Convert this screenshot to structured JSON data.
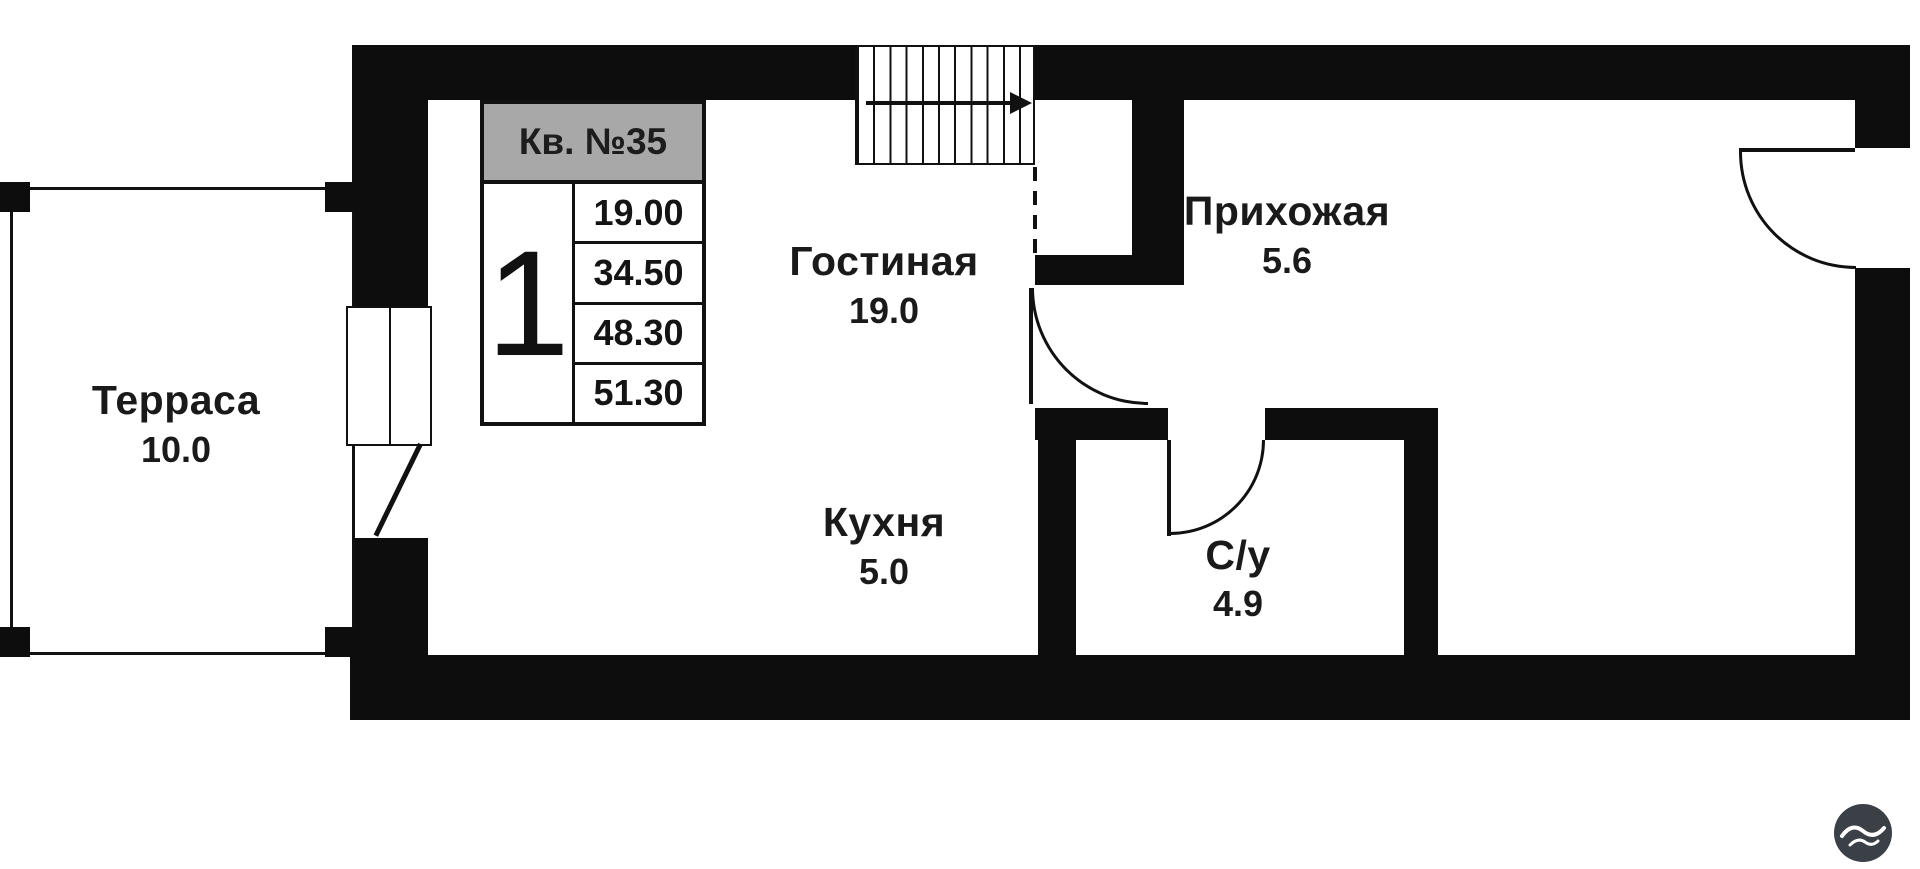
{
  "plan": {
    "table": {
      "header": "Кв. №35",
      "floors": "1",
      "rows": [
        "19.00",
        "34.50",
        "48.30",
        "51.30"
      ]
    },
    "rooms": [
      {
        "name": "Терраса",
        "area": "10.0"
      },
      {
        "name": "Гостиная",
        "area": "19.0"
      },
      {
        "name": "Кухня",
        "area": "5.0"
      },
      {
        "name": "Прихожая",
        "area": "5.6"
      },
      {
        "name": "С/у",
        "area": "4.9"
      }
    ],
    "colors": {
      "wall": "#0d0d0d",
      "table_header_bg": "#a8a8a8",
      "text": "#1a1a1a",
      "watermark_bg": "#262b33"
    }
  }
}
